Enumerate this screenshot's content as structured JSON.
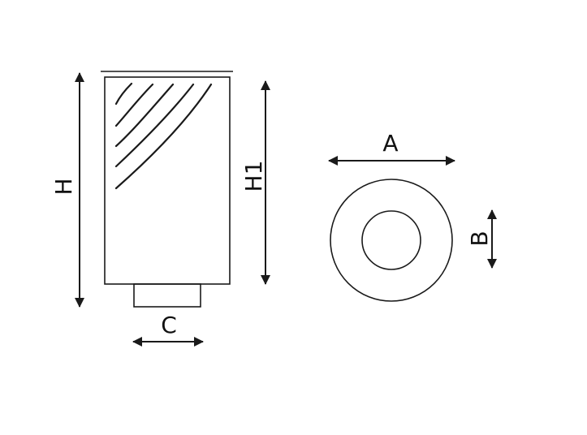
{
  "labels": {
    "h": "H",
    "h1": "H1",
    "c": "C",
    "a": "A",
    "b": "B"
  },
  "colors": {
    "stroke": "#1a1a1a",
    "background": "#ffffff"
  }
}
